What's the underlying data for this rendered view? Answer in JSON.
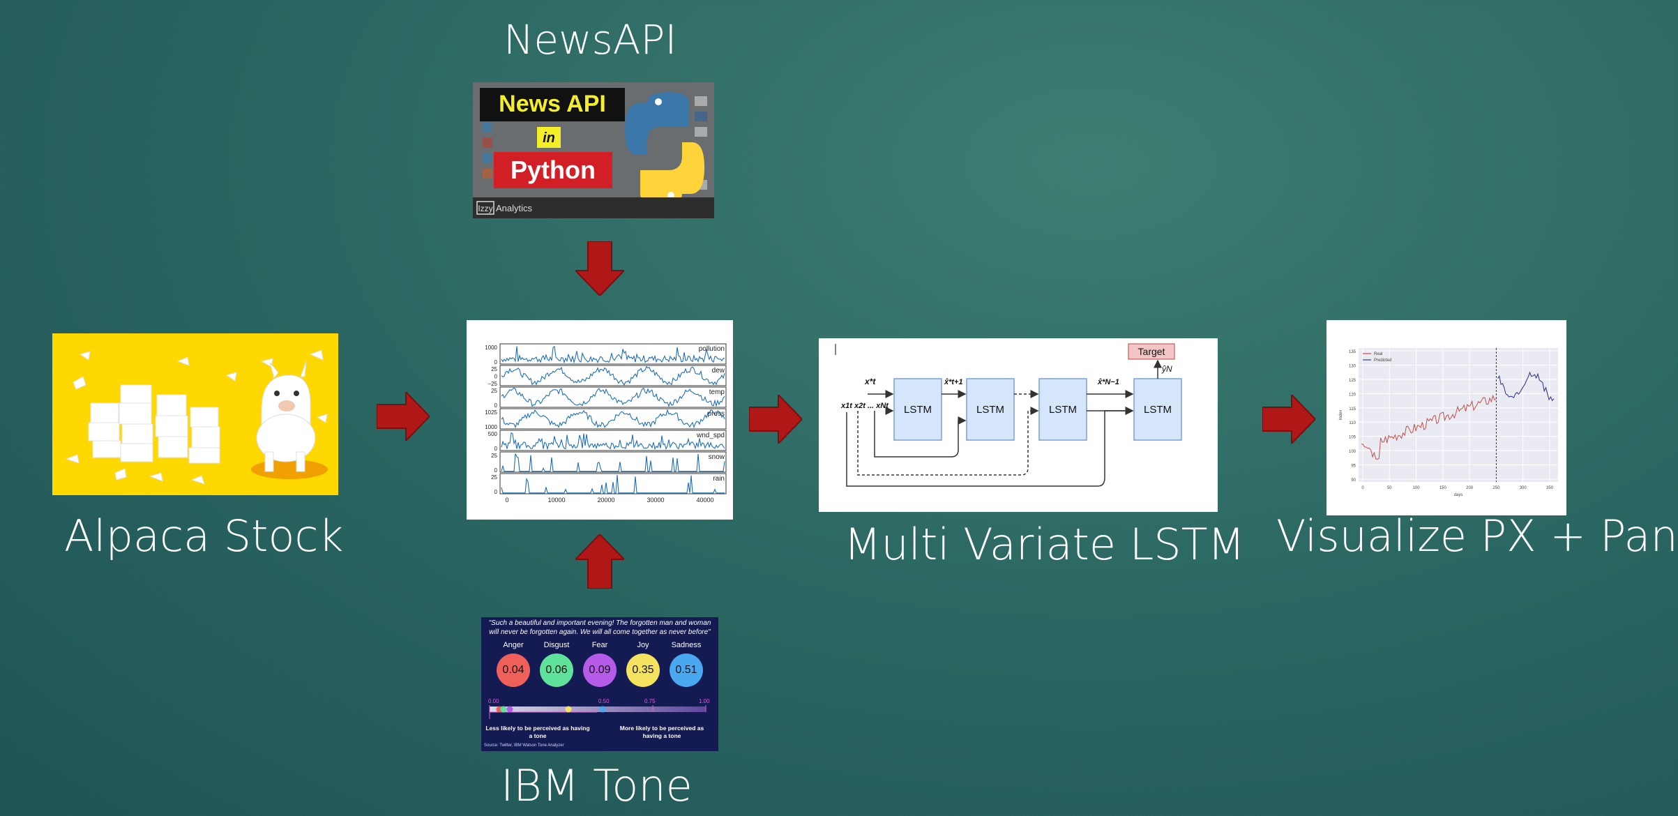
{
  "labels": {
    "newsapi": "NewsAPI",
    "alpaca": "Alpaca Stock",
    "lstm": "Multi Variate LSTM",
    "visualize": "Visualize PX + Panel",
    "ibm": "IBM Tone"
  },
  "newsapi_thumb": {
    "line1": "News API",
    "line2": "in",
    "line3": "Python",
    "brand_box": "Izzy",
    "brand_text": "Analytics"
  },
  "timeseries": {
    "series": [
      "pollution",
      "dew",
      "temp",
      "press",
      "wnd_spd",
      "snow",
      "rain"
    ],
    "ticks": [
      [
        "1000",
        "0"
      ],
      [
        "25",
        "0",
        "−25"
      ],
      [
        "25",
        "0"
      ],
      [
        "1025",
        "1000"
      ],
      [
        "500",
        "0"
      ],
      [
        "25",
        "0"
      ],
      [
        "25",
        "0"
      ]
    ],
    "x_ticks": [
      "0",
      "10000",
      "20000",
      "30000",
      "40000"
    ]
  },
  "lstm_diagram": {
    "cell_label": "LSTM",
    "target": "Target",
    "x_t": "x*t",
    "inputs": "x1t x2t ... xNt",
    "h_next": "x̂*t+1",
    "h_last": "x̂*N−1",
    "y_hat": "ŷN"
  },
  "price_chart": {
    "legend": [
      "Real",
      "Predicted"
    ],
    "xlabel": "days",
    "ylabel": "Index",
    "y_ticks": [
      "135",
      "130",
      "125",
      "120",
      "115",
      "110",
      "105",
      "100",
      "95",
      "90"
    ],
    "x_ticks": [
      "0",
      "50",
      "100",
      "150",
      "200",
      "250",
      "300",
      "350"
    ]
  },
  "ibm_tone": {
    "quote": "\"Such a beautiful and important evening! The forgotten man and woman will never be forgotten again. We will all come together as never before\"",
    "emotions": [
      {
        "name": "Anger",
        "value": "0.04",
        "color": "#f0605a"
      },
      {
        "name": "Disgust",
        "value": "0.06",
        "color": "#5fe39a"
      },
      {
        "name": "Fear",
        "value": "0.09",
        "color": "#b55be8"
      },
      {
        "name": "Joy",
        "value": "0.35",
        "color": "#f5e25e"
      },
      {
        "name": "Sadness",
        "value": "0.51",
        "color": "#4aa8f0"
      }
    ],
    "scale": [
      "0.00",
      "0.50",
      "0.75",
      "1.00"
    ],
    "less_likely": "Less likely to be perceived as having a tone",
    "more_likely": "More likely to be perceived as having a tone",
    "source": "Source: Twitter, IBM Watson Tone Analyzer"
  },
  "colors": {
    "arrow": "#b01818",
    "series_blue": "#1f6fb4",
    "lstm_cell": "#d6e6fa",
    "alpaca_bg": "#ffd700"
  }
}
